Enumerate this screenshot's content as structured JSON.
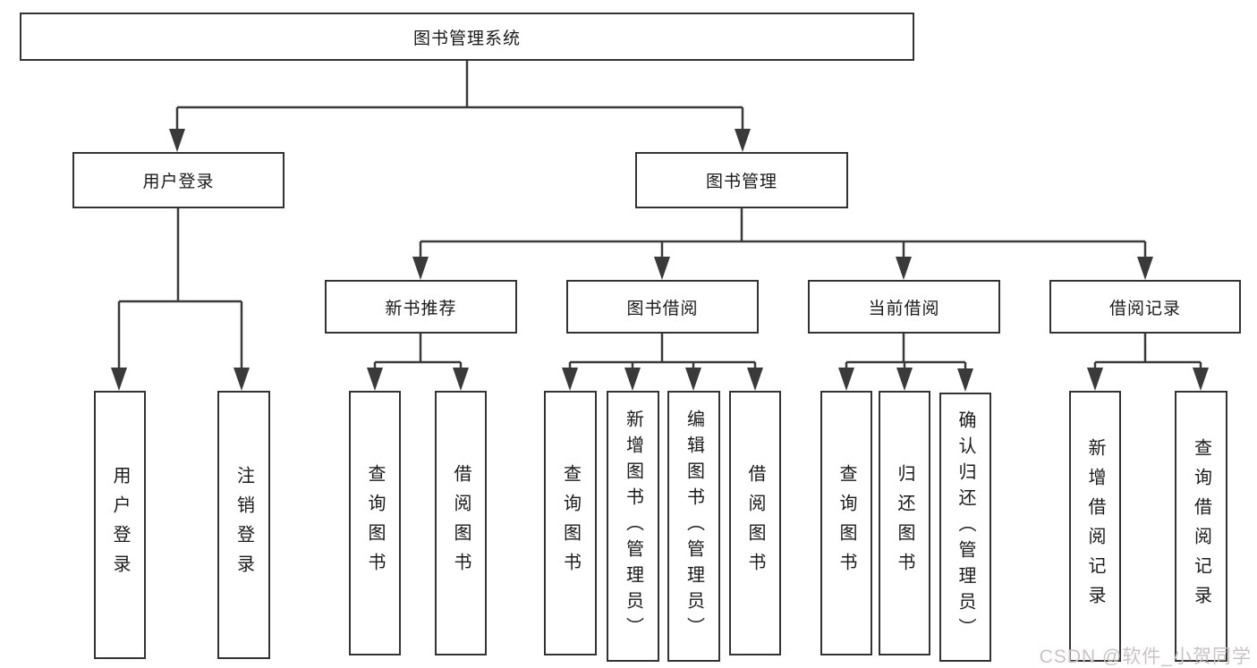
{
  "diagram": {
    "title_node": "图书管理系统",
    "root": {
      "label": "图书管理系统"
    },
    "branches": [
      {
        "label": "用户登录",
        "children": [
          {
            "label": "用户登录"
          },
          {
            "label": "注销登录"
          }
        ]
      },
      {
        "label": "图书管理",
        "children": [
          {
            "label": "新书推荐",
            "children": [
              {
                "label": "查询图书"
              },
              {
                "label": "借阅图书"
              }
            ]
          },
          {
            "label": "图书借阅",
            "children": [
              {
                "label": "查询图书"
              },
              {
                "label": "新增图书（管理员）"
              },
              {
                "label": "编辑图书（管理员）"
              },
              {
                "label": "借阅图书"
              }
            ]
          },
          {
            "label": "当前借阅",
            "children": [
              {
                "label": "查询图书"
              },
              {
                "label": "归还图书"
              },
              {
                "label": "确认归还（管理员）"
              }
            ]
          },
          {
            "label": "借阅记录",
            "children": [
              {
                "label": "新增借阅记录"
              },
              {
                "label": "查询借阅记录"
              }
            ]
          }
        ]
      }
    ]
  },
  "watermark": {
    "text": "CSDN @软件_小贺同学"
  },
  "colors": {
    "line": "#3a3a3a",
    "box_border": "#333333",
    "box_background": "#ffffff",
    "text": "#1a1a1a",
    "watermark": "#c9c3c3",
    "page_background": "#ffffff"
  }
}
